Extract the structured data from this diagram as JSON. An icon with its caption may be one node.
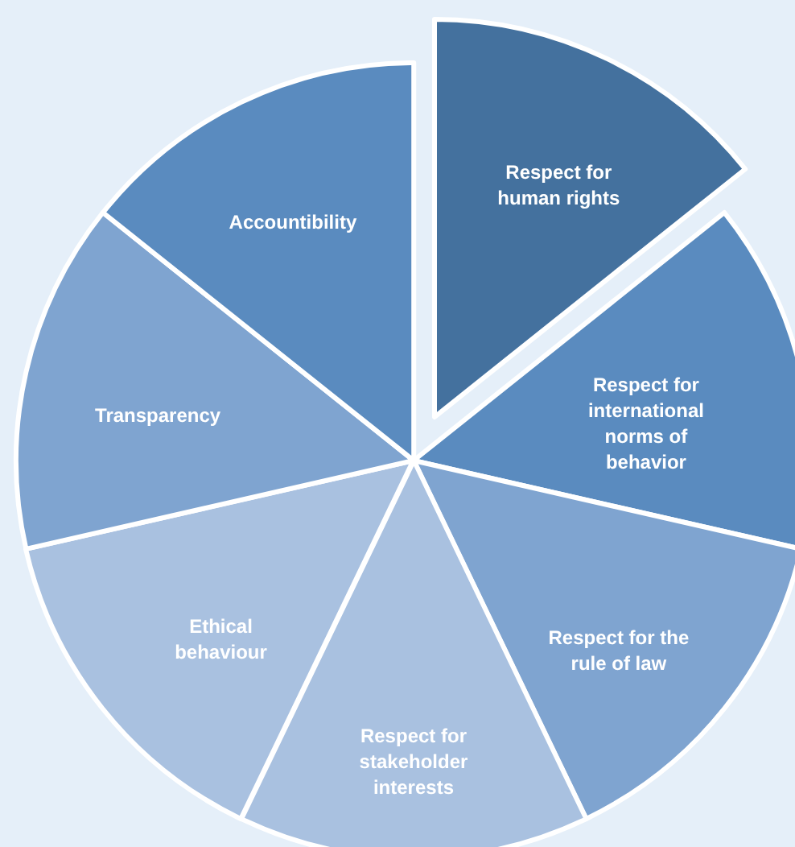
{
  "diagram": {
    "nodes": [
      {
        "text": [
          "Respect for human rights"
        ]
      },
      {
        "text": [
          "Respect for international norms of behavior"
        ]
      },
      {
        "text": [
          "Respect for the rule of law"
        ]
      },
      {
        "text": [
          "Respect for stakeholder interests"
        ]
      },
      {
        "text": [
          "Ethical behaviour"
        ]
      },
      {
        "text": [
          "Transparency"
        ]
      },
      {
        "text": [
          "Accountibility"
        ]
      }
    ]
  }
}
